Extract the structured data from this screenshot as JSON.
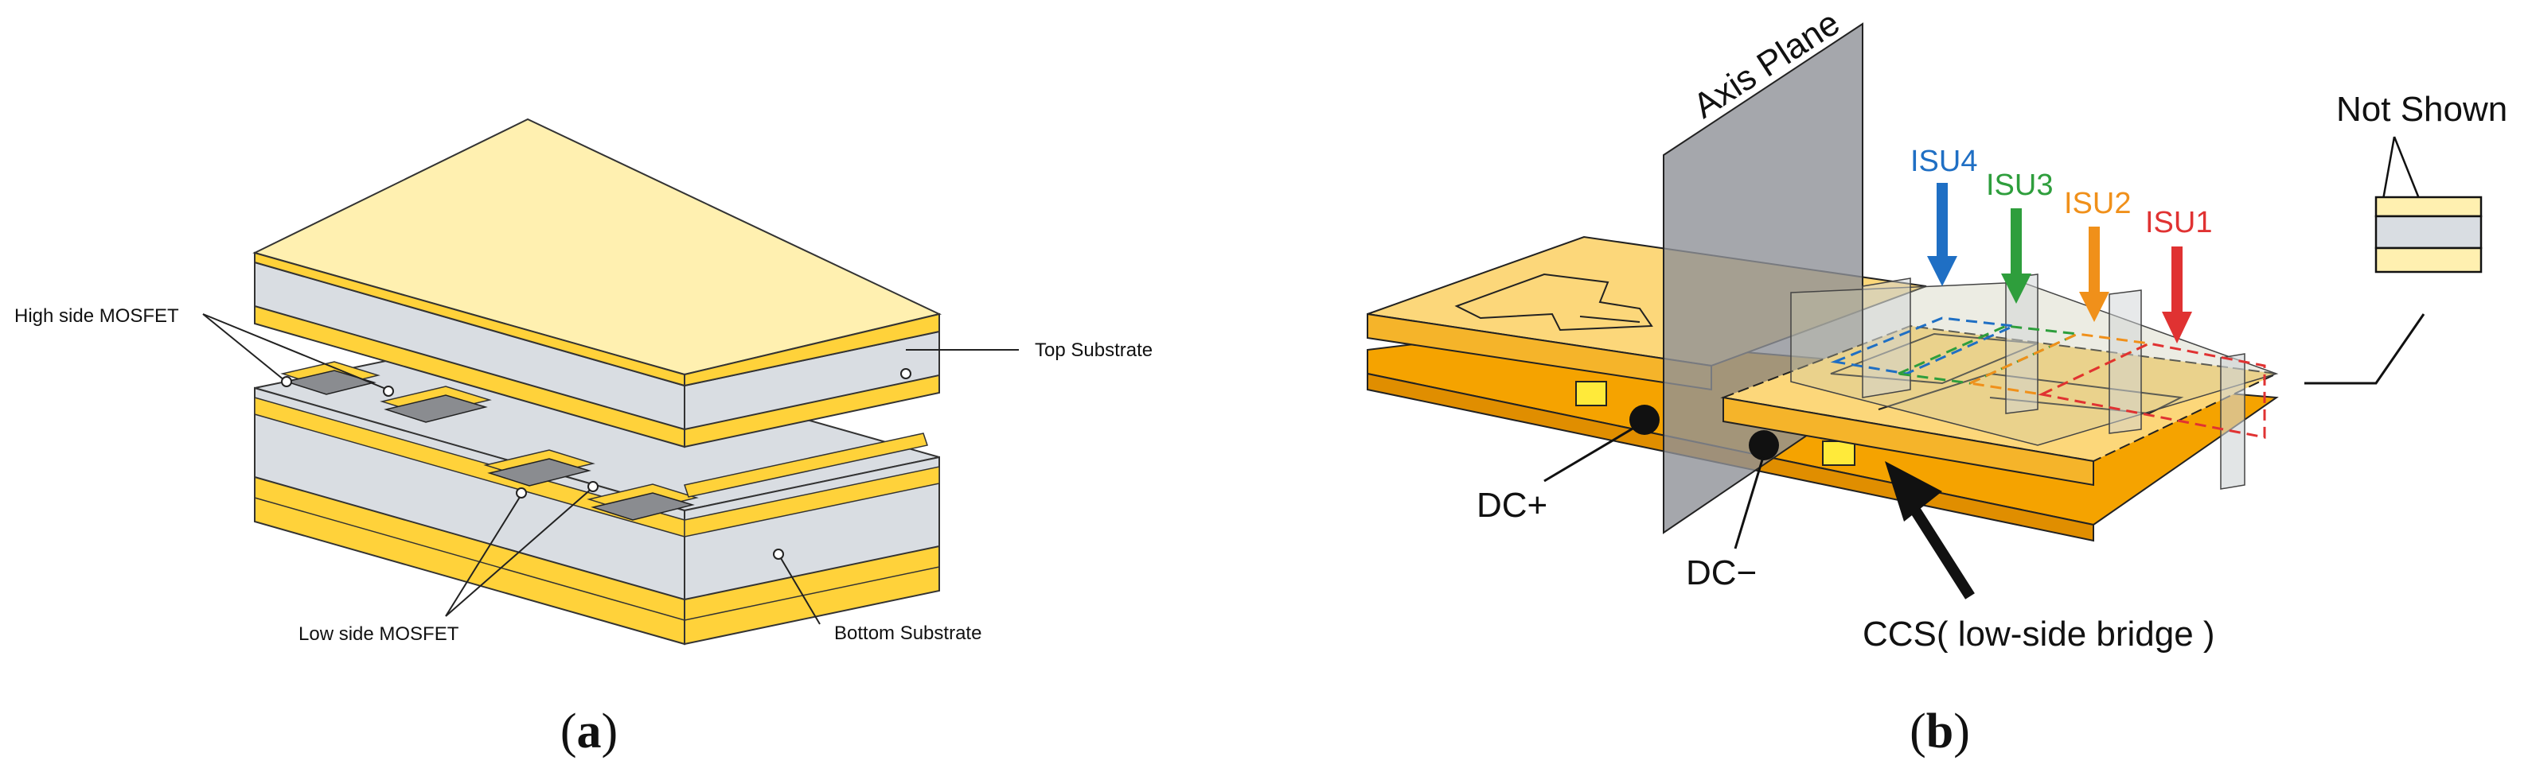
{
  "panel_a": {
    "caption_open": "(",
    "caption_letter": "a",
    "caption_close": ")",
    "labels": {
      "high_side": "High side MOSFET",
      "low_side": "Low side MOSFET",
      "top_substrate": "Top Substrate",
      "bottom_substrate": "Bottom Substrate"
    }
  },
  "panel_b": {
    "caption_open": "(",
    "caption_letter": "b",
    "caption_close": ")",
    "labels": {
      "axis_plane": "Axis Plane",
      "not_shown": "Not Shown",
      "dc_plus": "DC+",
      "dc_minus": "DC−",
      "ccs": "CCS( low-side bridge )"
    },
    "isu": [
      {
        "label": "ISU4",
        "color": "#1f6fc4"
      },
      {
        "label": "ISU3",
        "color": "#2e9e3c"
      },
      {
        "label": "ISU2",
        "color": "#f0901a"
      },
      {
        "label": "ISU1",
        "color": "#e03232"
      }
    ]
  },
  "colors": {
    "substrate_yellow": "#fff0b0",
    "substrate_gold": "#ffd23a",
    "substrate_grey": "#d9dde2",
    "copper_orange": "#f5a300",
    "plane_grey": "#8f9197"
  }
}
